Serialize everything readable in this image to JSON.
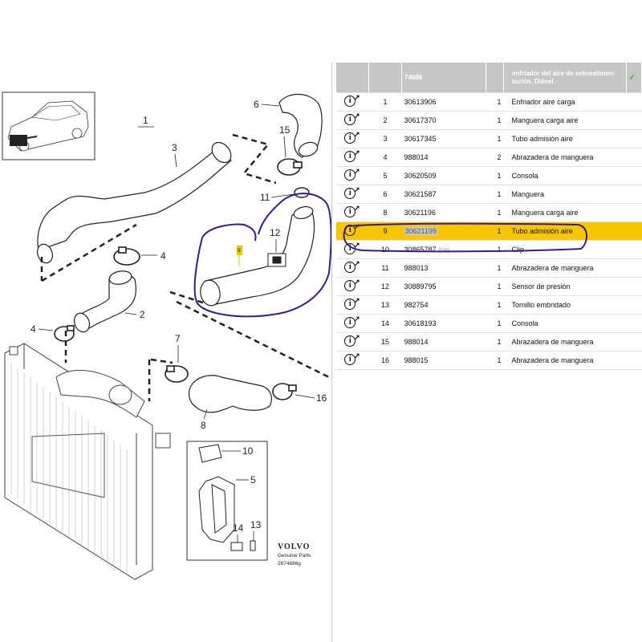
{
  "diagram": {
    "group_label": "1",
    "callouts": {
      "c2": "2",
      "c3": "3",
      "c4a": "4",
      "c4b": "4",
      "c5": "5",
      "c6": "6",
      "c7": "7",
      "c8": "8",
      "c10": "10",
      "c11": "11",
      "c12": "12",
      "c13": "13",
      "c14": "14",
      "c15": "15",
      "c16": "16",
      "c9": "9"
    },
    "brand": "VOLVO",
    "brand_sub": "Genuine Parts",
    "diagram_code": "2674686g"
  },
  "table": {
    "header": {
      "part_number": "74686",
      "description_line1": "enfriador del aire de sobrealimen-",
      "description_line2": "tación, Diésel"
    },
    "rows": [
      {
        "pos": "1",
        "part": "30613906",
        "qty": "1",
        "name": "Enfriador aire carga"
      },
      {
        "pos": "2",
        "part": "30617370",
        "qty": "1",
        "name": "Manguera carga aire"
      },
      {
        "pos": "3",
        "part": "30617345",
        "qty": "1",
        "name": "Tubo admisión aire"
      },
      {
        "pos": "4",
        "part": "988014",
        "qty": "2",
        "name": "Abrazadera de manguera"
      },
      {
        "pos": "5",
        "part": "30620509",
        "qty": "1",
        "name": "Consola"
      },
      {
        "pos": "6",
        "part": "30621587",
        "qty": "1",
        "name": "Manguera"
      },
      {
        "pos": "8",
        "part": "30621196",
        "qty": "1",
        "name": "Manguera carga aire"
      },
      {
        "pos": "9",
        "part": "30621199",
        "qty": "1",
        "name": "Tubo admisión aire"
      },
      {
        "pos": "10",
        "part": "30865787",
        "part_suffix": "(DP)",
        "qty": "1",
        "name": "Clip"
      },
      {
        "pos": "11",
        "part": "988013",
        "qty": "1",
        "name": "Abrazadera de manguera"
      },
      {
        "pos": "12",
        "part": "30889795",
        "qty": "1",
        "name": "Sensor de presión"
      },
      {
        "pos": "13",
        "part": "982754",
        "qty": "1",
        "name": "Tornillo embridado"
      },
      {
        "pos": "14",
        "part": "30618193",
        "qty": "1",
        "name": "Consola"
      },
      {
        "pos": "15",
        "part": "988014",
        "qty": "1",
        "name": "Abrazadera de manguera"
      },
      {
        "pos": "16",
        "part": "988015",
        "qty": "1",
        "name": "Abrazadera de manguera"
      }
    ]
  },
  "colors": {
    "highlight_row": "#f7c600",
    "annotation_pen": "#3b1a8a",
    "header_bg": "#c6c6c6",
    "info_icon": "info-arrow-icon"
  }
}
